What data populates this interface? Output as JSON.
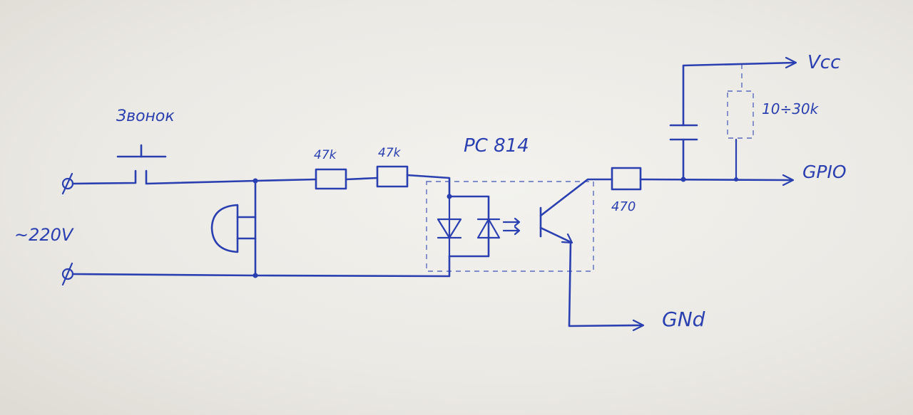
{
  "labels": {
    "switch": "Звонок",
    "mains": "~220V",
    "r1": "47k",
    "r2": "47k",
    "optocoupler": "PC 814",
    "r3": "470",
    "pullup": "10÷30k",
    "vcc": "Vcc",
    "gpio": "GPIO",
    "gnd": "GNd"
  },
  "colors": {
    "ink": "#2a3fb0",
    "paper": "#f1f0ec"
  }
}
